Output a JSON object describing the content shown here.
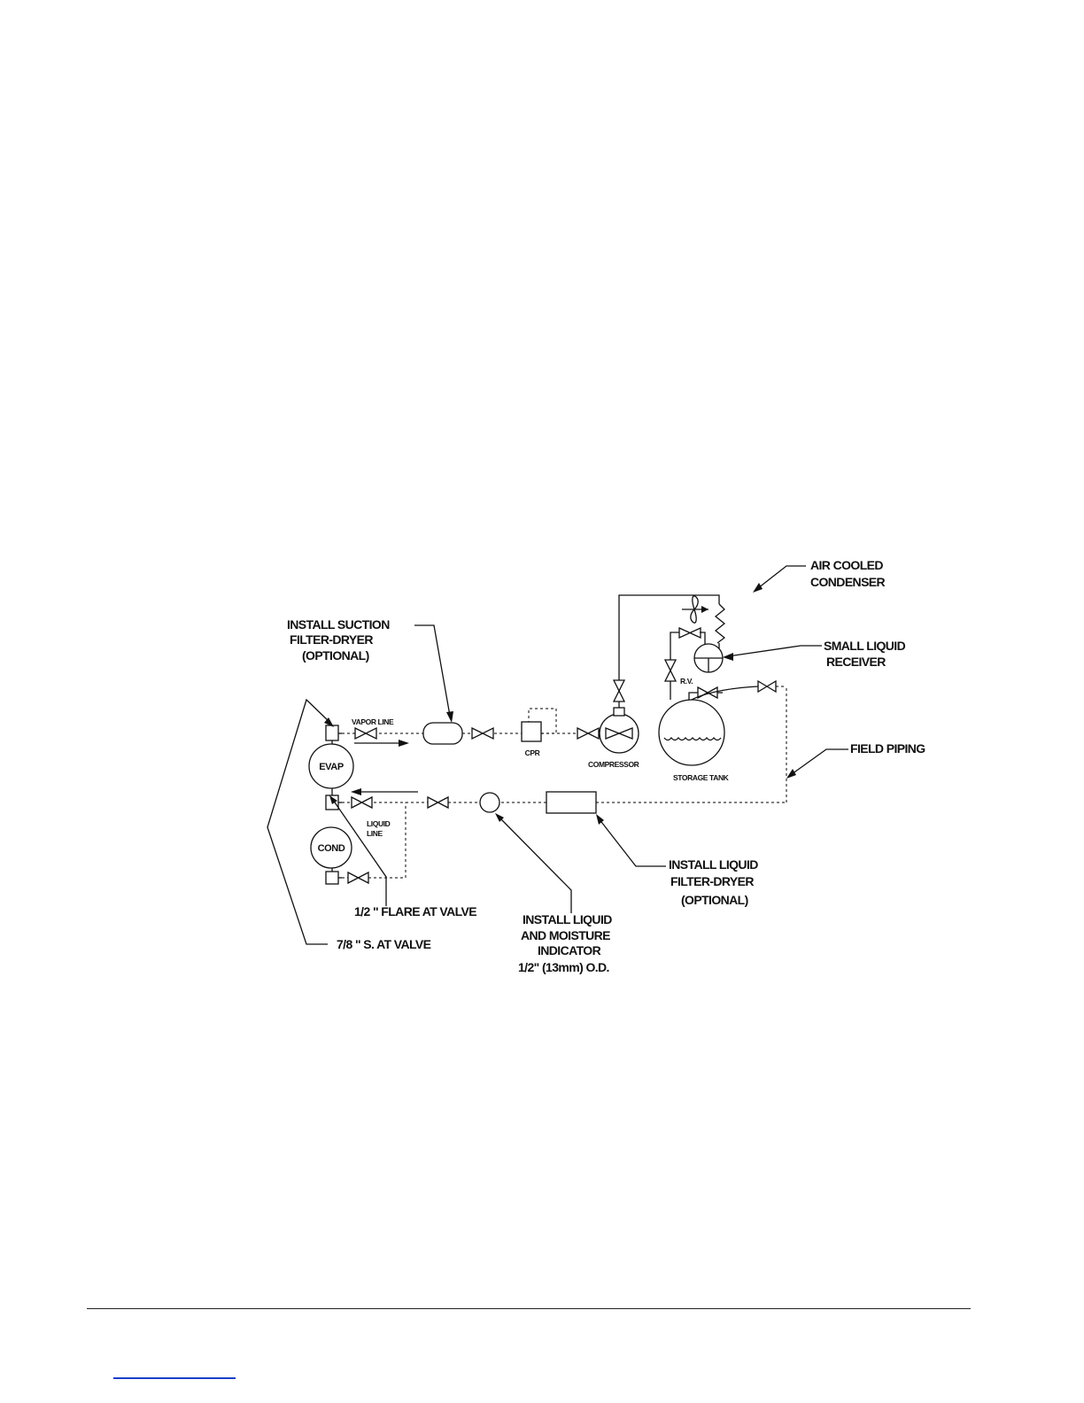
{
  "labels": {
    "air_cooled_condenser": [
      "AIR COOLED",
      "CONDENSER"
    ],
    "suction_filter": [
      "INSTALL SUCTION",
      "FILTER-DRYER",
      "(OPTIONAL)"
    ],
    "small_receiver": [
      "SMALL LIQUID",
      "RECEIVER"
    ],
    "field_piping": "FIELD PIPING",
    "liquid_filter": [
      "INSTALL LIQUID",
      "FILTER-DRYER",
      "(OPTIONAL)"
    ],
    "moisture_indicator": [
      "INSTALL LIQUID",
      "AND MOISTURE",
      "INDICATOR",
      "1/2\" (13mm) O.D."
    ],
    "flare": "1/2 \" FLARE AT VALVE",
    "sweat": "7/8 \" S. AT VALVE",
    "vapor_line": "VAPOR LINE",
    "liquid_line": [
      "LIQUID",
      "LINE"
    ],
    "cpr": "CPR",
    "compressor": "COMPRESSOR",
    "storage_tank": "STORAGE TANK",
    "rv": "R.V.",
    "evap": "EVAP",
    "cond": "COND"
  }
}
